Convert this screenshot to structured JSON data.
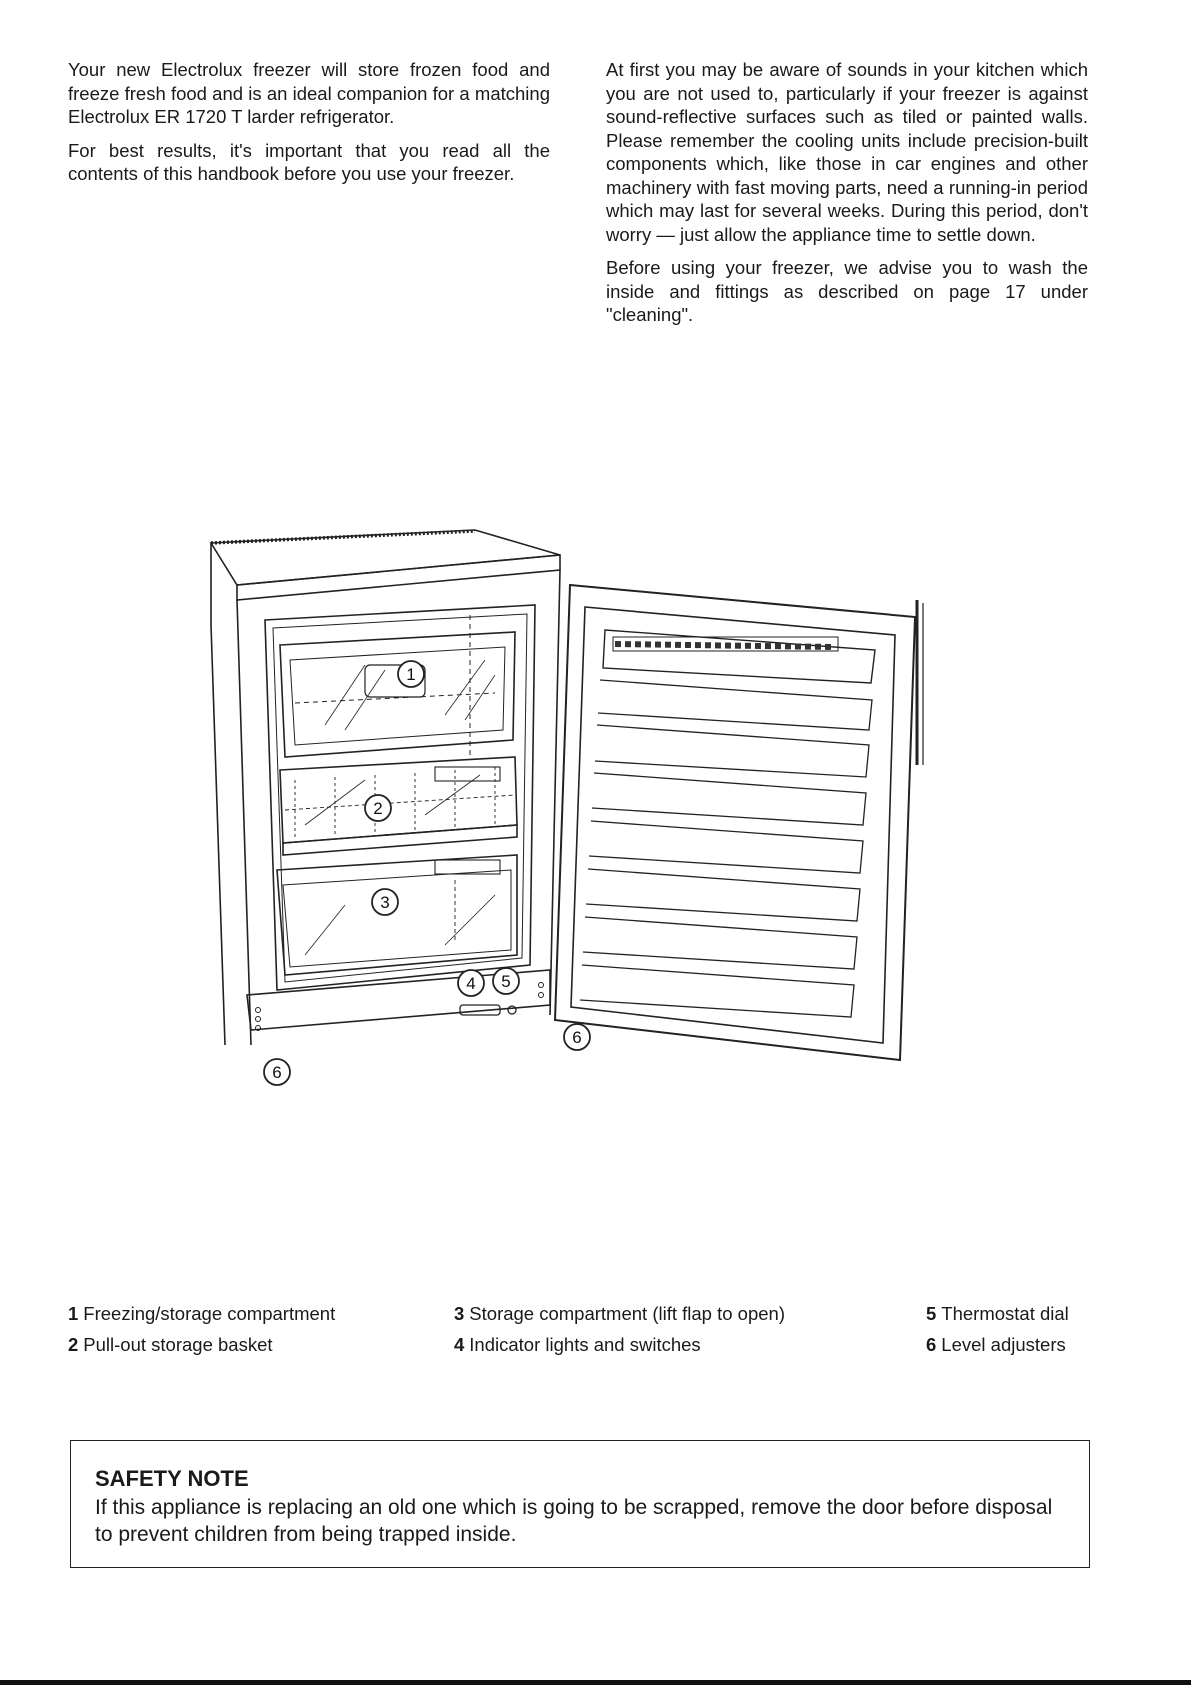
{
  "intro_left": [
    "Your new Electrolux freezer will store frozen food and freeze fresh food and is an ideal companion for a matching Electrolux ER 1720 T larder refrigerator.",
    "For best results, it's important that you read all the contents of this handbook before you use your freezer."
  ],
  "intro_right": [
    "At first you may be aware of sounds in your kitchen which you are not used to, particularly if your freezer is against sound-reflective surfaces such as tiled or painted walls. Please remember the cooling units include precision-built components which, like those in car engines and other machinery with fast moving parts, need a running-in period which may last for several weeks. During this period, don't worry — just allow the appliance time to settle down.",
    "Before using your freezer, we advise you to wash the inside and fittings as described on page 17 under \"cleaning\"."
  ],
  "figure": {
    "callouts": [
      "1",
      "2",
      "3",
      "4",
      "5",
      "6",
      "6"
    ]
  },
  "legend": [
    {
      "num": "1",
      "text": "Freezing/storage compartment"
    },
    {
      "num": "2",
      "text": "Pull-out storage basket"
    },
    {
      "num": "3",
      "text": "Storage compartment (lift flap to open)"
    },
    {
      "num": "4",
      "text": "Indicator lights and switches"
    },
    {
      "num": "5",
      "text": "Thermostat dial"
    },
    {
      "num": "6",
      "text": "Level adjusters"
    }
  ],
  "safety_note": {
    "title": "SAFETY NOTE",
    "text": "If this appliance is replacing an old one which is going to be scrapped, remove the door before disposal to prevent children from being trapped inside."
  }
}
